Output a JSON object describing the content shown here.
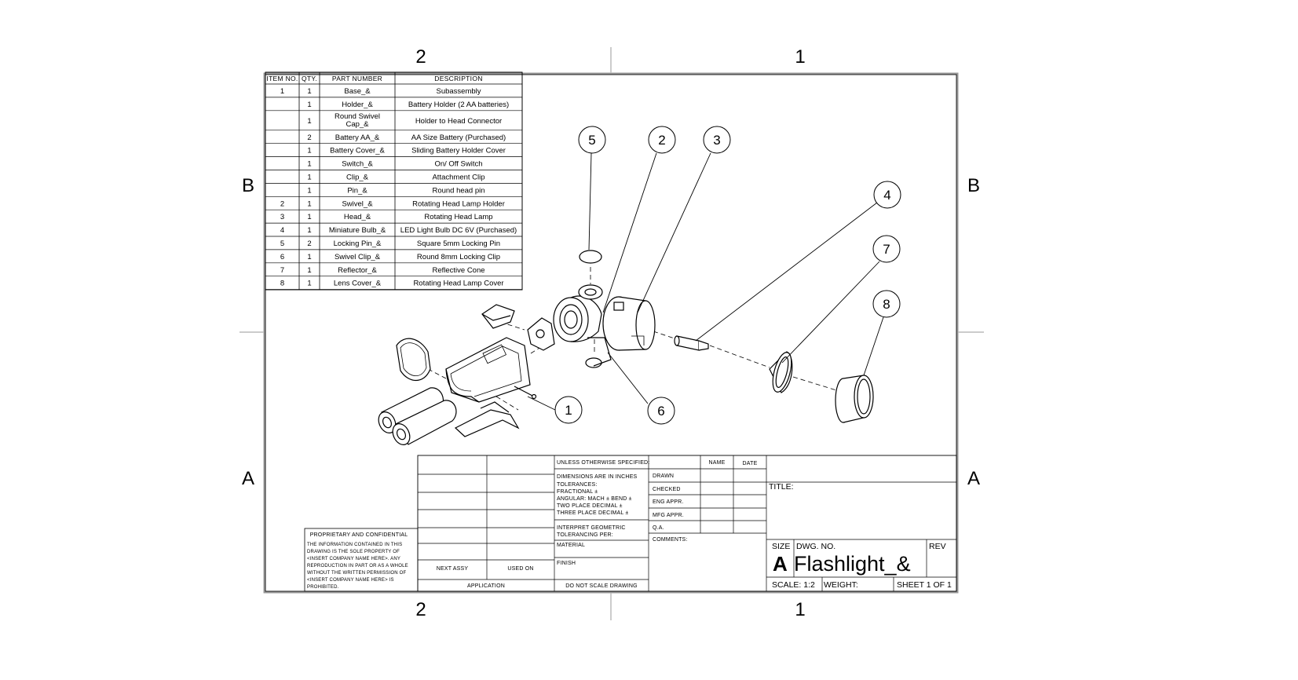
{
  "zones": {
    "top": [
      "2",
      "1"
    ],
    "bottom": [
      "2",
      "1"
    ],
    "left": [
      "B",
      "A"
    ],
    "right": [
      "B",
      "A"
    ]
  },
  "bom": {
    "headers": [
      "ITEM NO.",
      "QTY.",
      "PART NUMBER",
      "DESCRIPTION"
    ],
    "rows": [
      [
        "1",
        "1",
        "Base_&",
        "Subassembly"
      ],
      [
        "",
        "1",
        "Holder_&",
        "Battery Holder (2 AA batteries)"
      ],
      [
        "",
        "1",
        "Round Swivel Cap_&",
        "Holder to Head Connector"
      ],
      [
        "",
        "2",
        "Battery AA_&",
        "AA Size Battery (Purchased)"
      ],
      [
        "",
        "1",
        "Battery Cover_&",
        "Sliding Battery Holder Cover"
      ],
      [
        "",
        "1",
        "Switch_&",
        "On/ Off Switch"
      ],
      [
        "",
        "1",
        "Clip_&",
        "Attachment Clip"
      ],
      [
        "",
        "1",
        "Pin_&",
        "Round head pin"
      ],
      [
        "2",
        "1",
        "Swivel_&",
        "Rotating Head Lamp Holder"
      ],
      [
        "3",
        "1",
        "Head_&",
        "Rotating Head Lamp"
      ],
      [
        "4",
        "1",
        "Miniature Bulb_&",
        "LED Light Bulb DC 6V (Purchased)"
      ],
      [
        "5",
        "2",
        "Locking Pin_&",
        "Square 5mm Locking Pin"
      ],
      [
        "6",
        "1",
        "Swivel Clip_&",
        "Round 8mm Locking Clip"
      ],
      [
        "7",
        "1",
        "Reflector_&",
        "Reflective Cone"
      ],
      [
        "8",
        "1",
        "Lens Cover_&",
        "Rotating Head Lamp Cover"
      ]
    ]
  },
  "balloons": [
    "1",
    "2",
    "3",
    "4",
    "5",
    "6",
    "7",
    "8"
  ],
  "title_block": {
    "unless": "UNLESS OTHERWISE SPECIFIED:",
    "name": "NAME",
    "date": "DATE",
    "dims": "DIMENSIONS ARE IN INCHES",
    "tol": "TOLERANCES:",
    "frac": "FRACTIONAL ±",
    "ang": "ANGULAR: MACH ±    BEND ±",
    "two": "TWO PLACE DECIMAL    ±",
    "three": "THREE PLACE DECIMAL   ±",
    "interp1": "INTERPRET GEOMETRIC",
    "interp2": "TOLERANCING PER:",
    "material": "MATERIAL",
    "finish": "FINISH",
    "next_assy": "NEXT ASSY",
    "used_on": "USED ON",
    "application": "APPLICATION",
    "do_not_scale": "DO NOT SCALE DRAWING",
    "drawn": "DRAWN",
    "checked": "CHECKED",
    "eng": "ENG APPR.",
    "mfg": "MFG APPR.",
    "qa": "Q.A.",
    "comments": "COMMENTS:",
    "title_label": "TITLE:",
    "size_label": "SIZE",
    "size": "A",
    "dwg_label": "DWG.  NO.",
    "dwg_no": "Flashlight_&",
    "rev_label": "REV",
    "scale": "SCALE: 1:2",
    "weight": "WEIGHT:",
    "sheet": "SHEET 1 OF 1",
    "prop_title": "PROPRIETARY AND CONFIDENTIAL",
    "prop_lines": [
      "THE INFORMATION CONTAINED IN THIS",
      "DRAWING IS THE SOLE PROPERTY OF",
      "<INSERT COMPANY NAME HERE>.  ANY",
      "REPRODUCTION IN PART OR AS A WHOLE",
      "WITHOUT THE WRITTEN PERMISSION OF",
      "<INSERT COMPANY NAME HERE> IS",
      "PROHIBITED."
    ]
  }
}
